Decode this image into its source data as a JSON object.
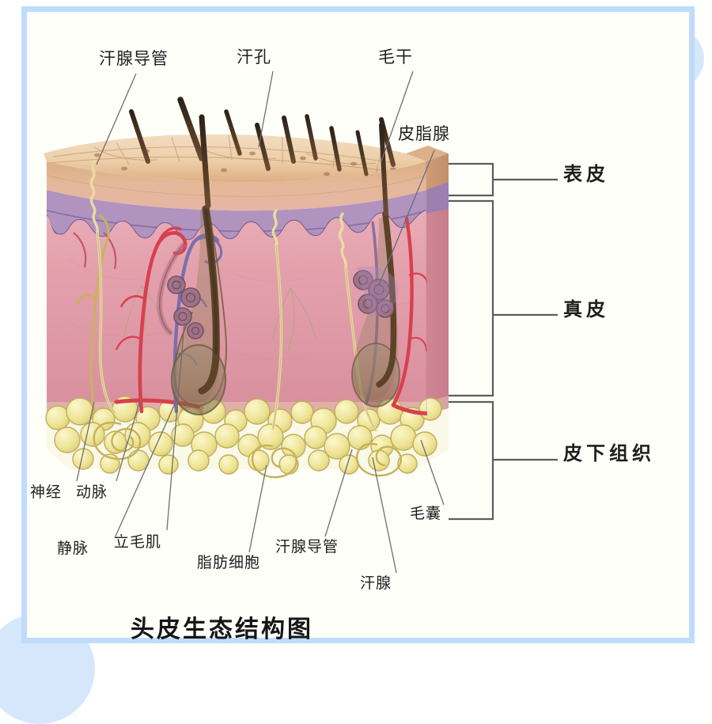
{
  "diagram": {
    "title": "头皮生态结构图",
    "frame_color": "#bfdcfa",
    "background_color": "#fffffa",
    "deco_circle_color": "#d7e7fb"
  },
  "labels": {
    "top": [
      {
        "id": "sweat-gland-duct-top",
        "text": "汗腺导管"
      },
      {
        "id": "sweat-pore",
        "text": "汗孔"
      },
      {
        "id": "hair-shaft",
        "text": "毛干"
      },
      {
        "id": "sebaceous-gland",
        "text": "皮脂腺"
      }
    ],
    "side": [
      {
        "id": "epidermis",
        "text": "表皮"
      },
      {
        "id": "dermis",
        "text": "真皮"
      },
      {
        "id": "subcutaneous-tissue",
        "text": "皮下组织"
      }
    ],
    "bottom": [
      {
        "id": "nerve",
        "text": "神经"
      },
      {
        "id": "artery",
        "text": "动脉"
      },
      {
        "id": "vein",
        "text": "静脉"
      },
      {
        "id": "arrector-pili-muscle",
        "text": "立毛肌"
      },
      {
        "id": "fat-cell",
        "text": "脂肪细胞"
      },
      {
        "id": "sweat-gland-duct-bottom",
        "text": "汗腺导管"
      },
      {
        "id": "sweat-gland",
        "text": "汗腺"
      },
      {
        "id": "hair-follicle",
        "text": "毛囊"
      }
    ]
  },
  "anatomy": {
    "layers": [
      {
        "name": "表皮",
        "color": "#e8c49a"
      },
      {
        "name": "真皮",
        "color": "#e0a0ad"
      },
      {
        "name": "皮下组织",
        "color": "#ece08e"
      }
    ],
    "structure_colors": {
      "hair": "#4a3527",
      "artery": "#d8404f",
      "vein": "#7a6fae",
      "nerve": "#c9b35a",
      "sweat_duct": "#e8d99a",
      "basal_layer": "#a98ab8",
      "fat": "#efe79b"
    }
  }
}
